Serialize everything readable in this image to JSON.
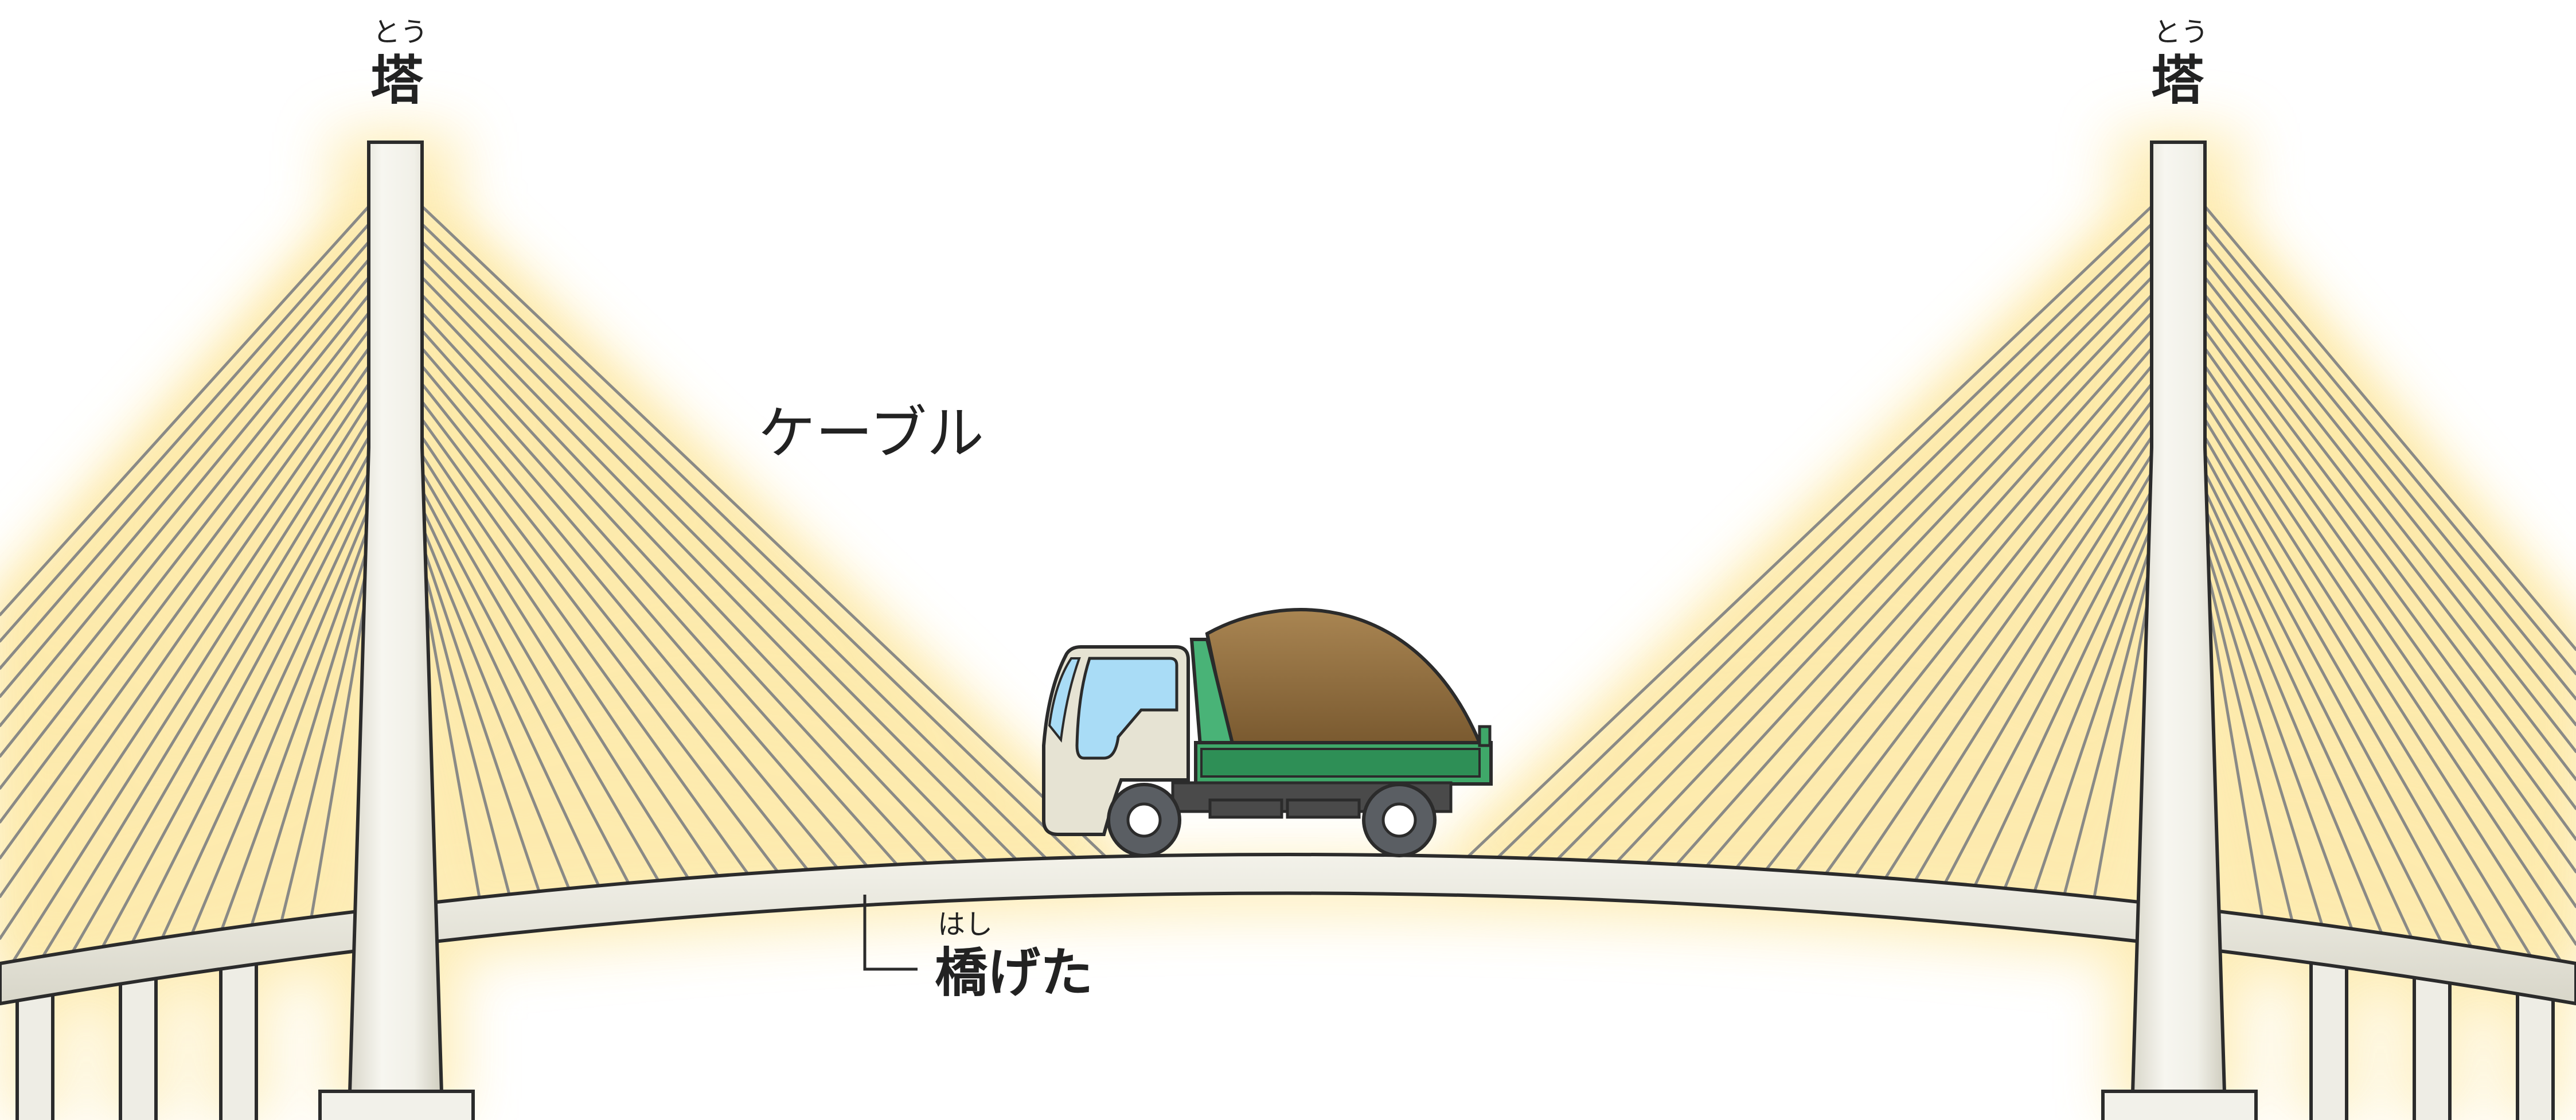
{
  "labels": {
    "tower_left": {
      "text": "塔",
      "ruby": "とう"
    },
    "tower_right": {
      "text": "塔",
      "ruby": "とう"
    },
    "cable": {
      "text": "ケーブル"
    },
    "girder": {
      "text": "橋げた",
      "ruby": "はし"
    }
  },
  "colors": {
    "glow": "#fde9a8",
    "cable": "#8a8a86",
    "tower_fill": "#f4f3ec",
    "tower_shade": "#d6d4c6",
    "deck_fill": "#ebe9df",
    "outline": "#2b2b2b",
    "truck_cab": "#e6e3d3",
    "truck_window": "#a9dcf6",
    "truck_bed": "#3fa869",
    "truck_bed_dark": "#2c8a52",
    "truck_load": "#8b6a3c",
    "truck_chassis": "#4a4a4a",
    "wheel": "#5a5e63"
  },
  "icons": {
    "vehicle": "dump-truck-icon"
  }
}
